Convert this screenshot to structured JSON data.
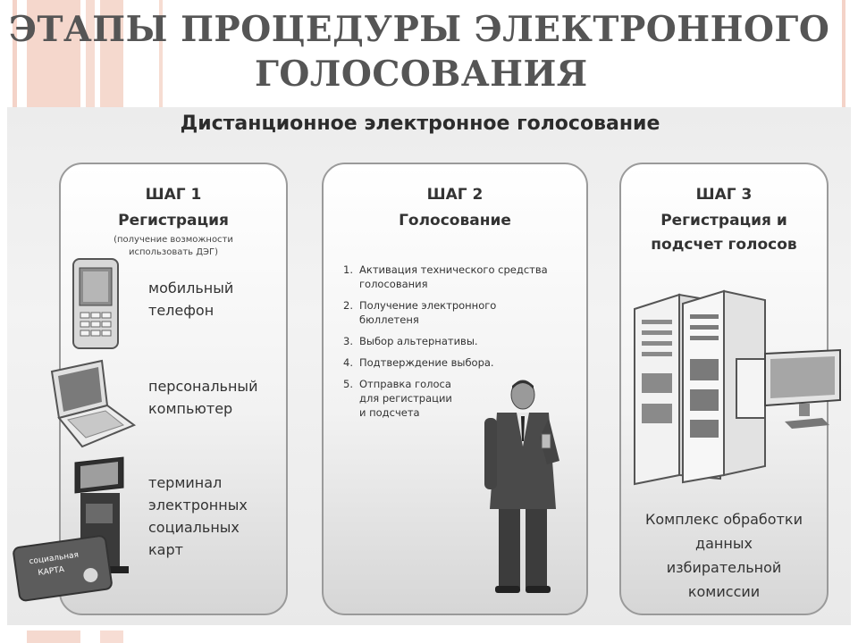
{
  "slide": {
    "title_line1": "ЭТАПЫ ПРОЦЕДУРЫ ЭЛЕКТРОННОГО",
    "title_line2": "ГОЛОСОВАНИЯ"
  },
  "diagram": {
    "heading": "Дистанционное электронное голосование",
    "steps": [
      {
        "label": "ШАГ 1",
        "title": "Регистрация",
        "note_line1": "(получение возможности",
        "note_line2": "использовать ДЭГ)",
        "devices": [
          {
            "line1": "мобильный",
            "line2": "телефон"
          },
          {
            "line1": "персональный",
            "line2": "компьютер"
          },
          {
            "line1": "терминал",
            "line2": "электронных",
            "line3": "социальных",
            "line4": "карт"
          }
        ],
        "card_line1": "социальная",
        "card_line2": "КАРТА"
      },
      {
        "label": "ШАГ 2",
        "title": "Голосование",
        "items": [
          {
            "num": "1.",
            "line1": "Активация технического средства",
            "line2": "голосования"
          },
          {
            "num": "2.",
            "line1": "Получение электронного",
            "line2": "бюллетеня"
          },
          {
            "num": "3.",
            "line1": "Выбор альтернативы.",
            "line2": ""
          },
          {
            "num": "4.",
            "line1": "Подтверждение выбора.",
            "line2": ""
          },
          {
            "num": "5.",
            "line1": "Отправка голоса",
            "line2": "для регистрации",
            "line3": "и подсчета"
          }
        ]
      },
      {
        "label": "ШАГ 3",
        "title_line1": "Регистрация и",
        "title_line2": "подсчет голосов",
        "result_line1": "Комплекс обработки",
        "result_line2": "данных",
        "result_line3": "избирательной",
        "result_line4": "комиссии"
      }
    ]
  }
}
